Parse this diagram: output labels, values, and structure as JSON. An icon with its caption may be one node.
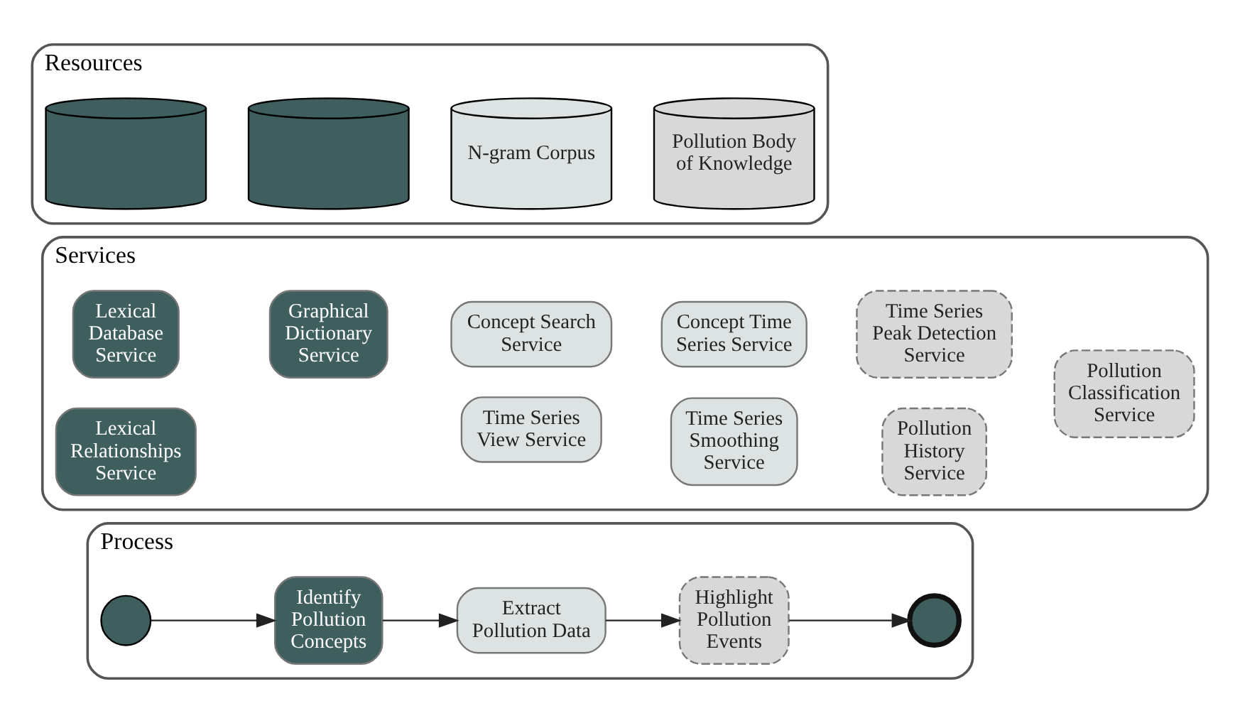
{
  "diagram": {
    "nodes": [
      {
        "text": [
          "Process"
        ]
      },
      {
        "text": [],
        "shape": "circle",
        "in": 0
      },
      {
        "text": [
          "Identify Pollution Concepts"
        ],
        "in": 0
      },
      {
        "text": [
          "Extract Pollution Data"
        ],
        "in": 0
      },
      {
        "text": [
          "Highlight Pollution Events"
        ],
        "in": 0
      },
      {
        "text": [],
        "shape": "circle",
        "in": 0
      },
      {
        "text": [
          "Services"
        ]
      },
      {
        "text": [
          "Lexical Database Service"
        ],
        "in": 6
      },
      {
        "text": [
          "Graphical Dictionary Service"
        ],
        "in": 6
      },
      {
        "text": [
          "Lexical Relationships Service"
        ],
        "in": 6
      },
      {
        "text": [
          "Concept Search Service"
        ],
        "in": 6
      },
      {
        "text": [
          "Concept Time Series Service"
        ],
        "in": 6
      },
      {
        "text": [
          "Time Series View Service"
        ],
        "in": 6
      },
      {
        "text": [
          "Time Series Smoothing Service"
        ],
        "in": 6
      },
      {
        "text": [
          "Time Series Peak Detection Service"
        ],
        "in": 6
      },
      {
        "text": [
          "Pollution History Service"
        ],
        "in": 6
      },
      {
        "text": [
          "Pollution Classification Service"
        ],
        "in": 6
      },
      {
        "text": [
          "Resources"
        ]
      },
      {
        "text": [],
        "shape": "cylinder",
        "in": 17
      },
      {
        "text": [],
        "shape": "cylinder",
        "in": 17
      },
      {
        "text": [
          "N-gram Corpus"
        ],
        "in": 17
      },
      {
        "text": [
          "Pollution Body of Knowledge"
        ],
        "in": 17
      }
    ],
    "edges": [
      {
        "from": 1,
        "to": 2,
        "arrow": "to"
      },
      {
        "from": 2,
        "to": 3,
        "arrow": "to"
      },
      {
        "from": 3,
        "to": 4,
        "arrow": "to"
      },
      {
        "from": 4,
        "to": 5,
        "arrow": "to"
      }
    ]
  }
}
